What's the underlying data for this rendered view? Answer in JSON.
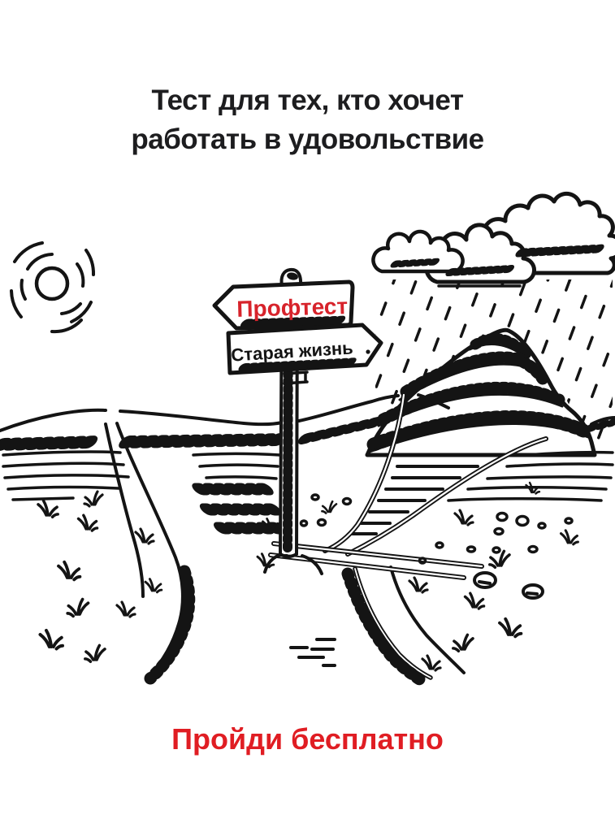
{
  "title": {
    "line1": "Тест для тех, кто хочет",
    "line2": "работать в удовольствие"
  },
  "illustration": {
    "description": "hand-drawn crossroads with signpost, sun, rain cloud over mountain, forking country paths, grass and stones",
    "signpost": {
      "top_sign": {
        "label": "Профтест",
        "points": "left",
        "text_color": "#d7232b"
      },
      "bottom_sign": {
        "label": "Старая жизнь",
        "points": "right",
        "text_color": "#141414"
      }
    }
  },
  "cta": {
    "label": "Пройди бесплатно"
  },
  "colors": {
    "background": "#ffffff",
    "ink": "#141414",
    "title_text": "#1d1d1f",
    "accent_red": "#e01d23",
    "sign_red": "#d7232b"
  }
}
